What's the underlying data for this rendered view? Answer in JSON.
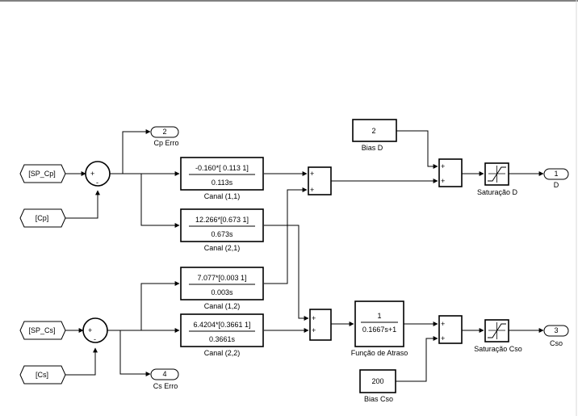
{
  "goto_tags": {
    "sp_cp": "[SP_Cp]",
    "cp": "[Cp]",
    "sp_cs": "[SP_Cs]",
    "cs": "[Cs]"
  },
  "sum_signs": {
    "plus": "+",
    "minus": "-"
  },
  "ports": {
    "cp_erro": {
      "num": "2",
      "label": "Cp Erro"
    },
    "d": {
      "num": "1",
      "label": "D"
    },
    "cso": {
      "num": "3",
      "label": "Cso"
    },
    "cs_erro": {
      "num": "4",
      "label": "Cs Erro"
    }
  },
  "transfer_functions": {
    "canal_11": {
      "num": "-0.160*[ 0.113  1]",
      "den": "0.113s",
      "label": "Canal (1,1)"
    },
    "canal_21": {
      "num": "12.266*[0.673 1]",
      "den": "0.673s",
      "label": "Canal (2,1)"
    },
    "canal_12": {
      "num": "7.077*[0.003 1]",
      "den": "0.003s",
      "label": "Canal (1,2)"
    },
    "canal_22": {
      "num": "6.4204*[0.3661 1]",
      "den": "0.3661s",
      "label": "Canal (2,2)"
    },
    "atraso": {
      "num": "1",
      "den": "0.1667s+1",
      "label": "Função de Atraso"
    }
  },
  "constants": {
    "bias_d": {
      "value": "2",
      "label": "Bias D"
    },
    "bias_cso": {
      "value": "200",
      "label": "Bias Cso"
    }
  },
  "saturations": {
    "sat_d": {
      "label": "Saturação D"
    },
    "sat_cso": {
      "label": "Saturação Cso"
    }
  }
}
